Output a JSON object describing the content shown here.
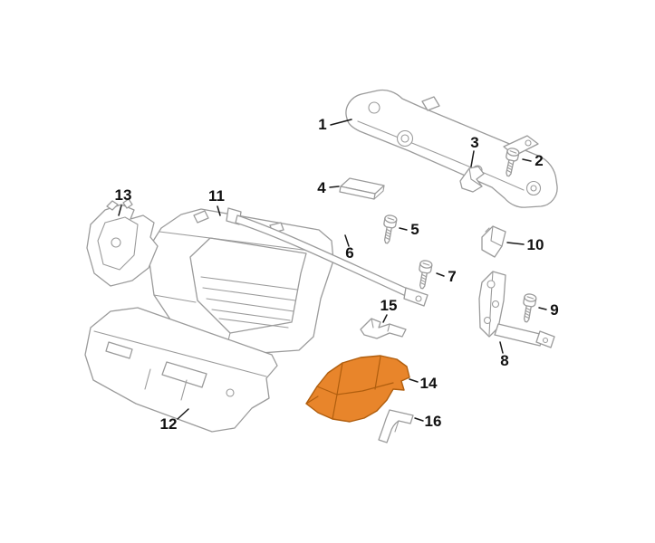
{
  "page": {
    "background_color": "#ffffff"
  },
  "diagram": {
    "type": "exploded-parts-diagram",
    "description": "Exploded line-art view of front radiator support panel assembly with numbered callouts; part 14 highlighted",
    "line_color": "#9b9b9b",
    "label_color": "#111111",
    "highlight_color": "#e8852b",
    "highlight_stroke": "#b05e0e",
    "parts": [
      {
        "label": "1"
      },
      {
        "label": "2"
      },
      {
        "label": "3"
      },
      {
        "label": "4"
      },
      {
        "label": "5"
      },
      {
        "label": "6"
      },
      {
        "label": "7"
      },
      {
        "label": "8"
      },
      {
        "label": "9"
      },
      {
        "label": "10"
      },
      {
        "label": "11"
      },
      {
        "label": "12"
      },
      {
        "label": "13"
      },
      {
        "label": "14",
        "highlighted": true
      },
      {
        "label": "15"
      },
      {
        "label": "16"
      }
    ]
  }
}
